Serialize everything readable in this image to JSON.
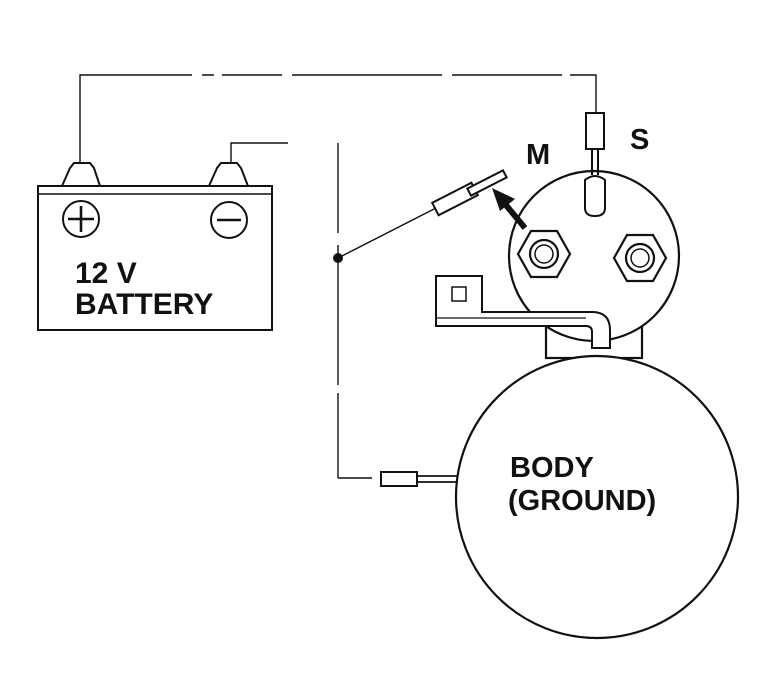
{
  "battery": {
    "line1": "12 V",
    "line2": "BATTERY",
    "positive_symbol": "+",
    "negative_symbol": "−"
  },
  "terminals": {
    "m_label": "M",
    "s_label": "S"
  },
  "body": {
    "line1": "BODY",
    "line2": "(GROUND)"
  },
  "colors": {
    "ink": "#111111",
    "paper": "#ffffff"
  }
}
